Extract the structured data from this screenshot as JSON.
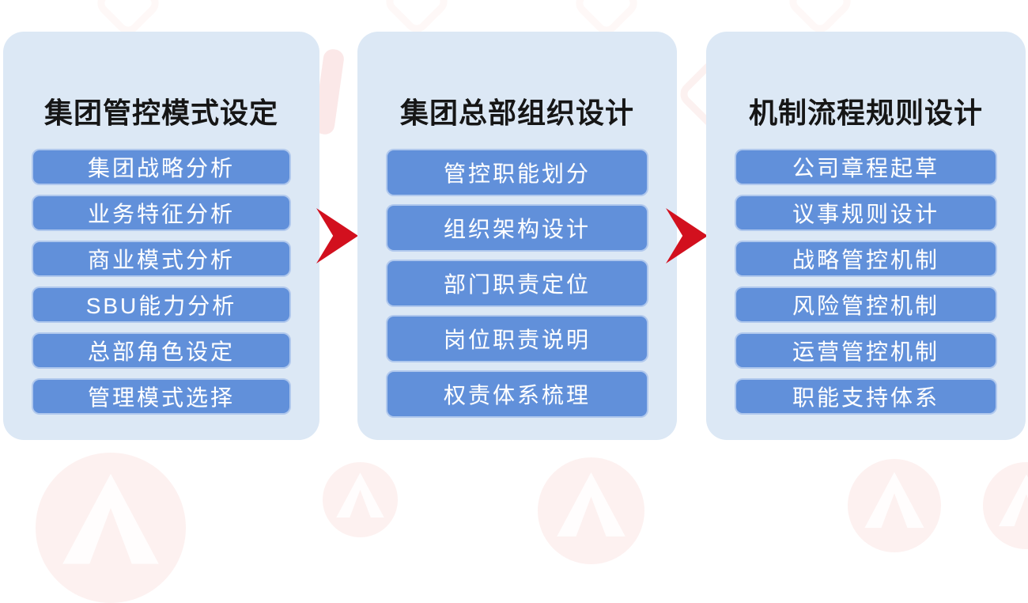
{
  "diagram": {
    "type": "process-flow",
    "columns": [
      {
        "title": "集团管控模式设定",
        "items": [
          "集团战略分析",
          "业务特征分析",
          "商业模式分析",
          "SBU能力分析",
          "总部角色设定",
          "管理模式选择"
        ]
      },
      {
        "title": "集团总部组织设计",
        "items": [
          "管控职能划分",
          "组织架构设计",
          "部门职责定位",
          "岗位职责说明",
          "权责体系梳理"
        ]
      },
      {
        "title": "机制流程规则设计",
        "items": [
          "公司章程起草",
          "议事规则设计",
          "战略管控机制",
          "风险管控机制",
          "运营管控机制",
          "职能支持体系"
        ]
      }
    ],
    "connectors": {
      "icon": "chevron-right-icon",
      "count": 2
    },
    "colors": {
      "page_bg": "#ffffff",
      "panel_bg": "#dce8f5",
      "item_bg": "#6190da",
      "item_text": "#ffffff",
      "title_text": "#161616",
      "arrow_red": "#d2101e",
      "watermark_pink": "#ee827a"
    }
  }
}
